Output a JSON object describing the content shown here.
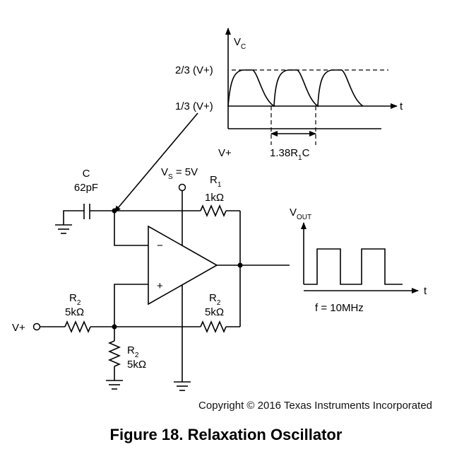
{
  "waveform_top": {
    "axis_label": "V",
    "axis_label_sub": "C",
    "level_high": "2/3 (V+)",
    "level_low": "1/3 (V+)",
    "time_label": "t",
    "supply_label": "V+",
    "period_label_a": "1.38R",
    "period_label_sub": "1",
    "period_label_b": "C"
  },
  "circuit": {
    "cap_name": "C",
    "cap_value": "62pF",
    "vs_label": "V",
    "vs_sub": "S",
    "vs_value": " = 5V",
    "r1_name": "R",
    "r1_sub": "1",
    "r1_value": "1kΩ",
    "r2a_name": "R",
    "r2a_sub": "2",
    "r2a_value": "5kΩ",
    "r2b_name": "R",
    "r2b_sub": "2",
    "r2b_value": "5kΩ",
    "r2c_name": "R",
    "r2c_sub": "2",
    "r2c_value": "5kΩ",
    "input_label": "V+",
    "minus_sign": "−",
    "plus_sign": "+"
  },
  "waveform_out": {
    "axis_label": "V",
    "axis_label_sub": "OUT",
    "time_label": "t",
    "freq_label": "f = 10MHz"
  },
  "copyright": "Copyright © 2016 Texas Instruments Incorporated",
  "caption": "Figure 18.  Relaxation Oscillator"
}
